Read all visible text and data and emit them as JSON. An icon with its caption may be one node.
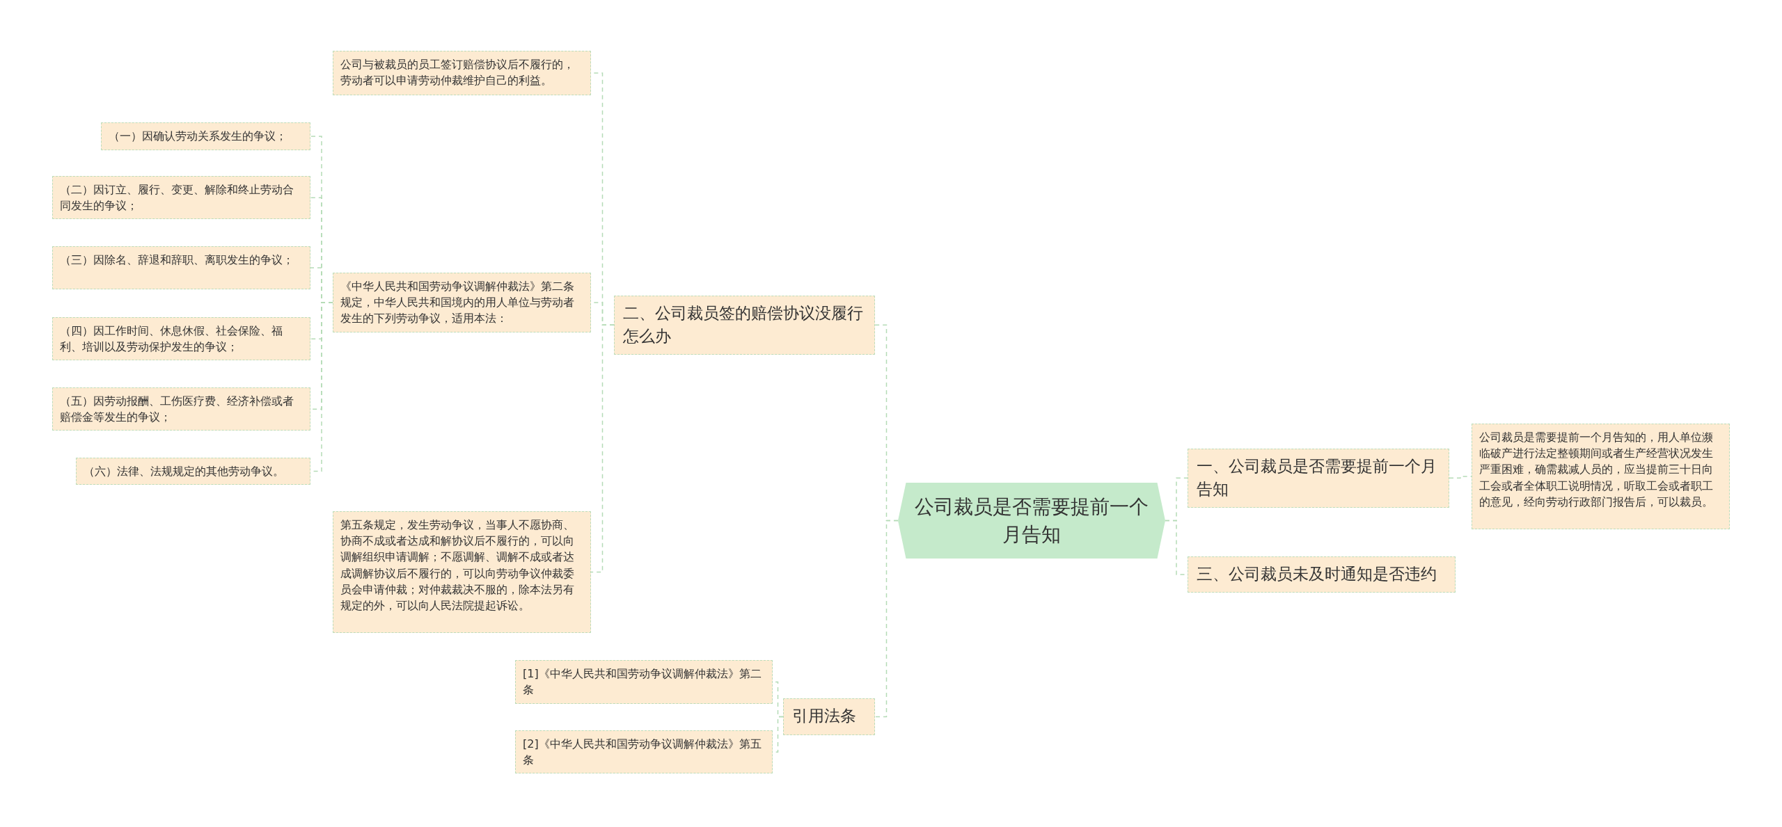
{
  "diagram": {
    "nodes": [
      {
        "text": [
          "公司裁员是否需要提前一个月告知"
        ]
      },
      {
        "text": [
          "一、公司裁员是否需要提前一个月告知"
        ]
      },
      {
        "text": [
          "公司裁员是需要提前一个月告知的，用人单位濒临破产进行法定整顿期间或者生产经营状况发生严重困难，确需裁减人员的，应当提前三十日向工会或者全体职工说明情况，听取工会或者职工的意见，经向劳动行政部门报告后，可以裁员。"
        ]
      },
      {
        "text": [
          "三、公司裁员未及时通知是否违约"
        ]
      },
      {
        "text": [
          "二、公司裁员签的赔偿协议没履行怎么办"
        ]
      },
      {
        "text": [
          "公司与被裁员的员工签订赔偿协议后不履行的，劳动者可以申请劳动仲裁维护自己的利益。"
        ]
      },
      {
        "text": [
          "《中华人民共和国劳动争议调解仲裁法》第二条规定，中华人民共和国境内的用人单位与劳动者发生的下列劳动争议，适用本法："
        ]
      },
      {
        "text": [
          "（一）因确认劳动关系发生的争议；"
        ]
      },
      {
        "text": [
          "（二）因订立、履行、变更、解除和终止劳动合同发生的争议；"
        ]
      },
      {
        "text": [
          "（三）因除名、辞退和辞职、离职发生的争议；"
        ]
      },
      {
        "text": [
          "（四）因工作时间、休息休假、社会保险、福利、培训以及劳动保护发生的争议；"
        ]
      },
      {
        "text": [
          "（五）因劳动报酬、工伤医疗费、经济补偿或者赔偿金等发生的争议；"
        ]
      },
      {
        "text": [
          "（六）法律、法规规定的其他劳动争议。"
        ]
      },
      {
        "text": [
          "第五条规定，发生劳动争议，当事人不愿协商、协商不成或者达成和解协议后不履行的，可以向调解组织申请调解；不愿调解、调解不成或者达成调解协议后不履行的，可以向劳动争议仲裁委员会申请仲裁；对仲裁裁决不服的，除本法另有规定的外，可以向人民法院提起诉讼。"
        ]
      },
      {
        "text": [
          "引用法条"
        ]
      },
      {
        "text": [
          "[1]《中华人民共和国劳动争议调解仲裁法》第二条"
        ]
      },
      {
        "text": [
          "[2]《中华人民共和国劳动争议调解仲裁法》第五条"
        ]
      }
    ],
    "edges": [
      {
        "from": 0,
        "to": 1,
        "arrow": "none",
        "style": "dashed"
      },
      {
        "from": 1,
        "to": 2,
        "arrow": "none",
        "style": "dashed"
      },
      {
        "from": 0,
        "to": 3,
        "arrow": "none",
        "style": "dashed"
      },
      {
        "from": 0,
        "to": 4,
        "arrow": "none",
        "style": "dashed"
      },
      {
        "from": 4,
        "to": 5,
        "arrow": "none",
        "style": "dashed"
      },
      {
        "from": 4,
        "to": 6,
        "arrow": "none",
        "style": "dashed"
      },
      {
        "from": 6,
        "to": 7,
        "arrow": "none",
        "style": "dashed"
      },
      {
        "from": 6,
        "to": 8,
        "arrow": "none",
        "style": "dashed"
      },
      {
        "from": 6,
        "to": 9,
        "arrow": "none",
        "style": "dashed"
      },
      {
        "from": 6,
        "to": 10,
        "arrow": "none",
        "style": "dashed"
      },
      {
        "from": 6,
        "to": 11,
        "arrow": "none",
        "style": "dashed"
      },
      {
        "from": 6,
        "to": 12,
        "arrow": "none",
        "style": "dashed"
      },
      {
        "from": 4,
        "to": 13,
        "arrow": "none",
        "style": "dashed"
      },
      {
        "from": 0,
        "to": 14,
        "arrow": "none",
        "style": "dashed"
      },
      {
        "from": 14,
        "to": 15,
        "arrow": "none",
        "style": "dashed"
      },
      {
        "from": 14,
        "to": 16,
        "arrow": "none",
        "style": "dashed"
      }
    ]
  }
}
